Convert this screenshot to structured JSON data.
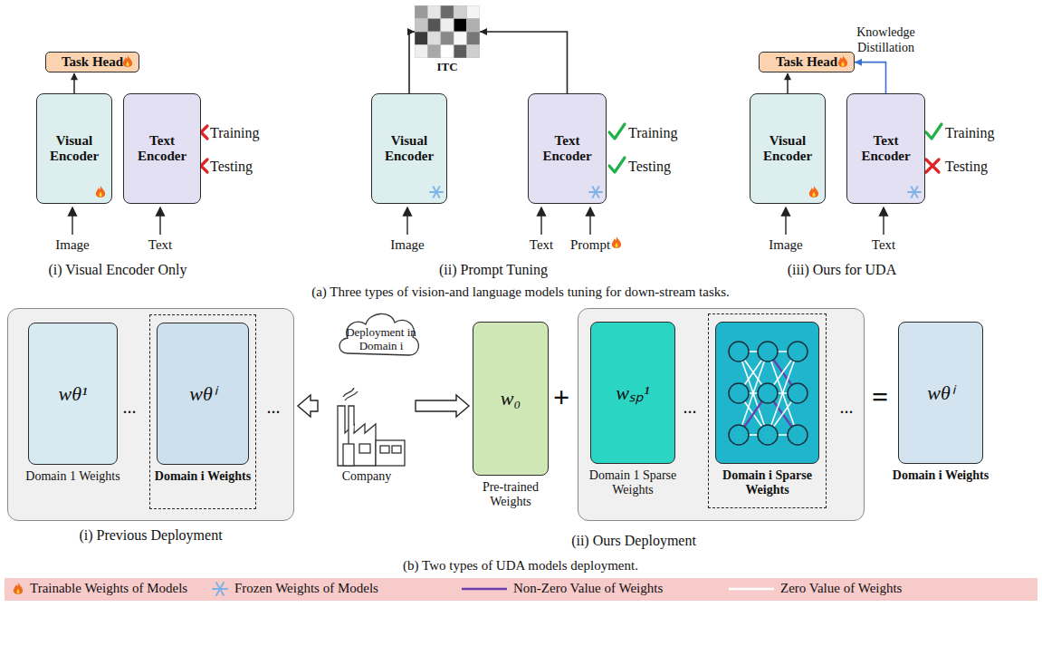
{
  "diagram": {
    "nodes": [
      {
        "text": [
          "Task Head"
        ]
      },
      {
        "text": [
          "Visual Encoder"
        ]
      },
      {
        "text": [
          "Text Encoder"
        ]
      },
      {
        "text": [
          "ITC"
        ]
      },
      {
        "text": [
          "Visual Encoder"
        ]
      },
      {
        "text": [
          "Text Encoder"
        ]
      },
      {
        "text": [
          "Task Head"
        ]
      },
      {
        "text": [
          "Visual Encoder"
        ]
      },
      {
        "text": [
          "Text Encoder"
        ]
      },
      {
        "text": [
          "(i) Previous Deployment"
        ]
      },
      {
        "text": [
          "wθ¹",
          "Domain 1 Weights"
        ],
        "in": 9
      },
      {
        "text": [
          "wθⁱ",
          "Domain i Weights"
        ],
        "in": 9
      },
      {
        "text": [
          "Deployment in Domain i"
        ]
      },
      {
        "text": [
          "Company"
        ]
      },
      {
        "text": [
          "w₀",
          "Pre-trained Weights"
        ]
      },
      {
        "text": [
          "wₛₚ¹",
          "Domain 1 Sparse Weights"
        ]
      },
      {
        "text": [
          "Domain i Sparse Weights"
        ]
      },
      {
        "text": [
          "wθⁱ",
          "Domain i Weights"
        ]
      }
    ],
    "edges": [
      {
        "from": 1,
        "to": 0,
        "arrow": "to"
      },
      {
        "from": 4,
        "to": 3,
        "arrow": "to"
      },
      {
        "from": 5,
        "to": 3,
        "arrow": "to"
      },
      {
        "from": 7,
        "to": 6,
        "arrow": "to"
      },
      {
        "from": 8,
        "to": 6,
        "label": "Knowledge Distillation",
        "arrow": "to"
      },
      {
        "from": 13,
        "to": 9,
        "arrow": "to"
      },
      {
        "from": 13,
        "to": 14,
        "arrow": "to"
      }
    ],
    "labels": [
      "Training",
      "Testing",
      "Image",
      "Text",
      "(i) Visual Encoder Only",
      "Training",
      "Testing",
      "Image",
      "Text",
      "Prompt",
      "(ii) Prompt Tuning",
      "Training",
      "Testing",
      "Image",
      "Text",
      "(iii) Ours for UDA",
      "(a) Three types of vision-and language models tuning for down-stream tasks.",
      "...",
      "...",
      "+",
      "...",
      "...",
      "=",
      "(ii) Ours Deployment",
      "(b) Two types of UDA models deployment."
    ],
    "legend": [
      {
        "text": "Trainable Weights of Models"
      },
      {
        "text": "Frozen Weights of Models"
      },
      {
        "text": "Non-Zero Value of Weights"
      },
      {
        "text": "Zero Value of Weights"
      }
    ]
  }
}
